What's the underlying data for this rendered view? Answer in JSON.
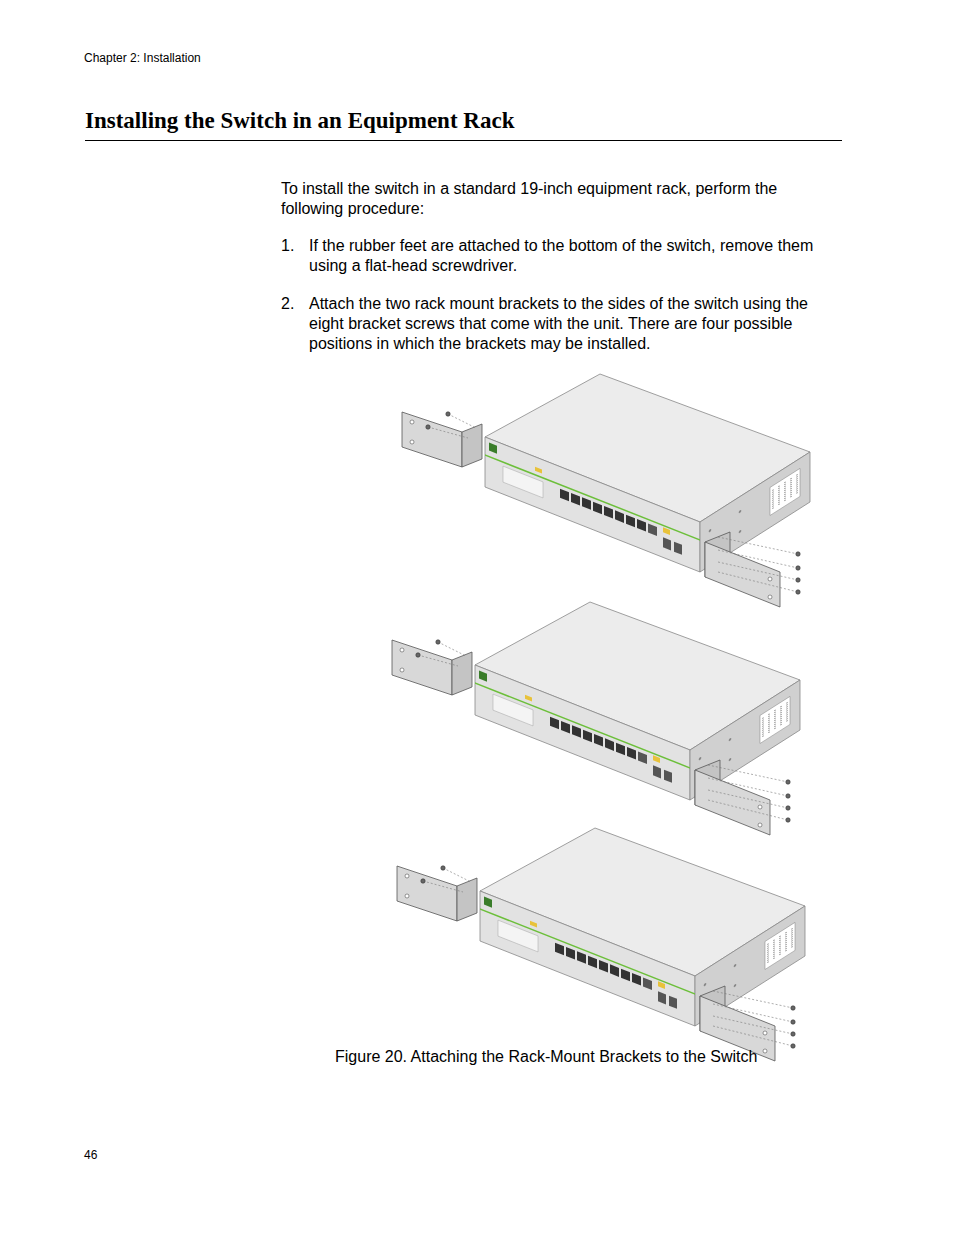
{
  "diagram": {
    "title": "Installing the Switch in an Equipment Rack",
    "caption": "Figure 20. Attaching the Rack-Mount Brackets to the Switch",
    "labels": [
      "Chapter 2: Installation",
      "To install the switch in a standard 19-inch equipment rack, perform the following procedure:",
      "1.",
      "If the rubber feet are attached to the bottom of the switch, remove them using a flat-head screwdriver.",
      "2.",
      "Attach the two rack mount brackets to the sides of the switch using the eight bracket screws that come with the unit. There are four possible positions in which the brackets may be installed.",
      "46"
    ]
  }
}
